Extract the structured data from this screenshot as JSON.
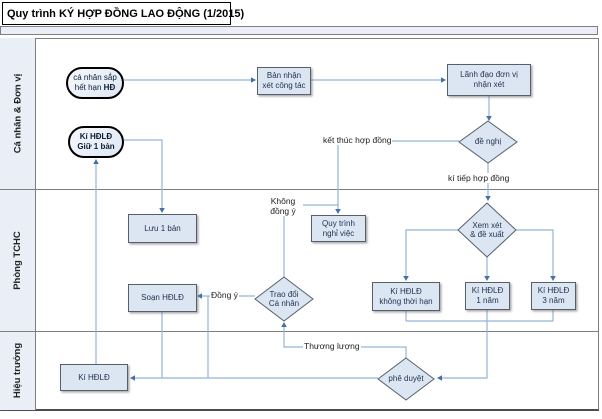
{
  "title": "Quy trình KÝ HỢP ĐỒNG LAO ĐỘNG (1/2015)",
  "lanes": [
    "Cá nhân & Đơn vị",
    "Phòng TCHC",
    "Hiệu trưởng"
  ],
  "nodes": {
    "expiring": {
      "l1": "cá nhân sắp",
      "l2a": "hết hạn ",
      "l2b": "HĐ"
    },
    "signKeep": {
      "l1": "Kí HĐLĐ",
      "l2": "Giữ 1 bản"
    },
    "reviewDoc": {
      "l1": "Bản nhận",
      "l2": "xét công tác"
    },
    "leaderReview": {
      "l1": "Lãnh đạo đơn vị",
      "l2": "nhận xét"
    },
    "propose": "đề nghị",
    "keepCopy": "Lưu 1 bản",
    "quitProcess": {
      "l1": "Quy trình",
      "l2": "nghỉ việc"
    },
    "discuss": {
      "l1": "Trao đổi",
      "l2": "Cá nhân"
    },
    "draft": "Soạn HĐLĐ",
    "considerSuggest": {
      "l1": "Xem xét",
      "l2": "& đề xuất"
    },
    "signNoTerm": {
      "l1": "Kí HĐLĐ",
      "l2": "không thời hạn"
    },
    "sign1y": {
      "l1": "Kí HĐLĐ",
      "l2": "1 năm"
    },
    "sign3y": {
      "l1": "Kí HĐLĐ",
      "l2": "3 năm"
    },
    "principalSign": "Kí HĐLĐ",
    "approve": "phê duyệt"
  },
  "edge_labels": {
    "endContract": "kết thúc hợp đồng",
    "continueContract": "kí tiếp hợp đồng",
    "disagree": {
      "l1": "Không",
      "l2": "đồng ý"
    },
    "agree": "Đồng ý",
    "negotiate": "Thương lượng"
  },
  "colors": {
    "node_fill": "#dce6f2",
    "node_border": "#55606b",
    "lane_fill": "#e9eef7",
    "lane_border": "#7f7f7f",
    "connector": "#95b3d7",
    "arrow": "#4472a8",
    "terminator_border": "#000000"
  }
}
